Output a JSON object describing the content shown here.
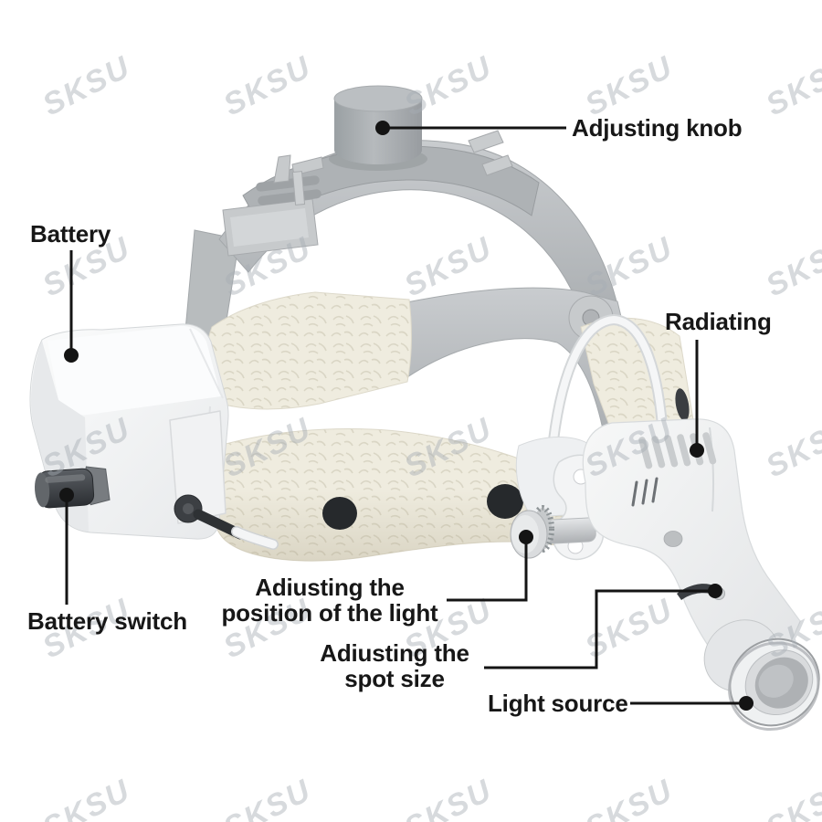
{
  "watermark": {
    "text": "SKSU"
  },
  "colors": {
    "background": "#ffffff",
    "label_text": "#171717",
    "leader_line": "#141414",
    "watermark": "#a7aeb5"
  },
  "annotations": {
    "adjusting_knob": "Adjusting knob",
    "battery": "Battery",
    "radiating": "Radiating",
    "battery_switch": "Battery switch",
    "position_line1": "Adiusting the",
    "position_line2": "position of the light",
    "spot_line1": "Adiusting the",
    "spot_line2": "spot size",
    "light_source": "Light source"
  }
}
